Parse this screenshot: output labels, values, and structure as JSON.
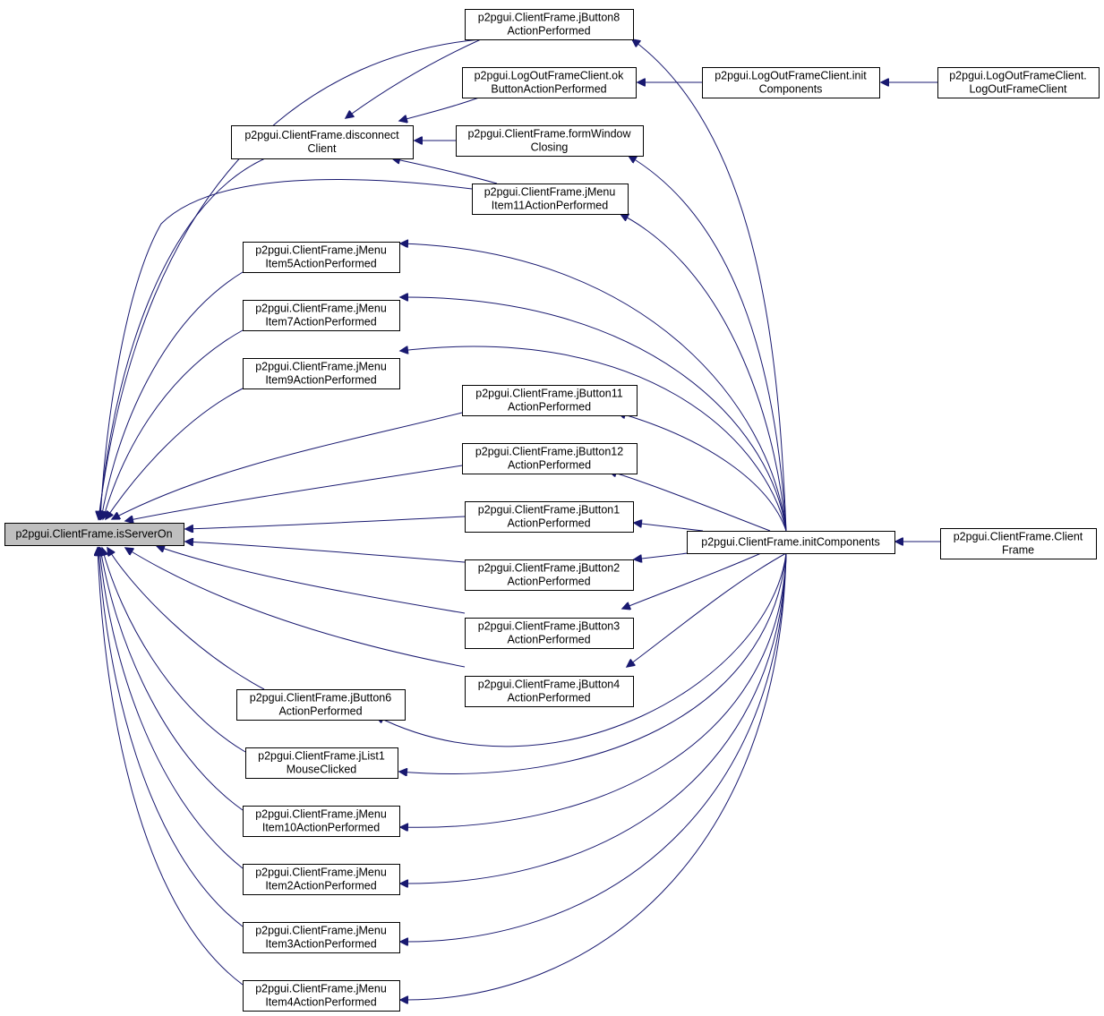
{
  "diagram": {
    "type": "call-graph",
    "edge_color": "#191970",
    "focus_fill": "#bfbfbf",
    "nodes": [
      {
        "id": "isServerOn",
        "lines": [
          "p2pgui.ClientFrame.isServerOn"
        ],
        "focus": true
      },
      {
        "id": "jButton8",
        "lines": [
          "p2pgui.ClientFrame.jButton8",
          "ActionPerformed"
        ]
      },
      {
        "id": "okButton",
        "lines": [
          "p2pgui.LogOutFrameClient.ok",
          "ButtonActionPerformed"
        ]
      },
      {
        "id": "lofInit",
        "lines": [
          "p2pgui.LogOutFrameClient.init",
          "Components"
        ]
      },
      {
        "id": "lofCtor",
        "lines": [
          "p2pgui.LogOutFrameClient.",
          "LogOutFrameClient"
        ]
      },
      {
        "id": "disconnect",
        "lines": [
          "p2pgui.ClientFrame.disconnect",
          "Client"
        ]
      },
      {
        "id": "formWindow",
        "lines": [
          "p2pgui.ClientFrame.formWindow",
          "Closing"
        ]
      },
      {
        "id": "jMenu11",
        "lines": [
          "p2pgui.ClientFrame.jMenu",
          "Item11ActionPerformed"
        ]
      },
      {
        "id": "jMenu5",
        "lines": [
          "p2pgui.ClientFrame.jMenu",
          "Item5ActionPerformed"
        ]
      },
      {
        "id": "jMenu7",
        "lines": [
          "p2pgui.ClientFrame.jMenu",
          "Item7ActionPerformed"
        ]
      },
      {
        "id": "jMenu9",
        "lines": [
          "p2pgui.ClientFrame.jMenu",
          "Item9ActionPerformed"
        ]
      },
      {
        "id": "jButton11",
        "lines": [
          "p2pgui.ClientFrame.jButton11",
          "ActionPerformed"
        ]
      },
      {
        "id": "jButton12",
        "lines": [
          "p2pgui.ClientFrame.jButton12",
          "ActionPerformed"
        ]
      },
      {
        "id": "jButton1",
        "lines": [
          "p2pgui.ClientFrame.jButton1",
          "ActionPerformed"
        ]
      },
      {
        "id": "initComponents",
        "lines": [
          "p2pgui.ClientFrame.initComponents"
        ]
      },
      {
        "id": "clientFrameCtor",
        "lines": [
          "p2pgui.ClientFrame.Client",
          "Frame"
        ]
      },
      {
        "id": "jButton2",
        "lines": [
          "p2pgui.ClientFrame.jButton2",
          "ActionPerformed"
        ]
      },
      {
        "id": "jButton3",
        "lines": [
          "p2pgui.ClientFrame.jButton3",
          "ActionPerformed"
        ]
      },
      {
        "id": "jButton4",
        "lines": [
          "p2pgui.ClientFrame.jButton4",
          "ActionPerformed"
        ]
      },
      {
        "id": "jButton6",
        "lines": [
          "p2pgui.ClientFrame.jButton6",
          "ActionPerformed"
        ]
      },
      {
        "id": "jList1",
        "lines": [
          "p2pgui.ClientFrame.jList1",
          "MouseClicked"
        ]
      },
      {
        "id": "jMenu10",
        "lines": [
          "p2pgui.ClientFrame.jMenu",
          "Item10ActionPerformed"
        ]
      },
      {
        "id": "jMenu2",
        "lines": [
          "p2pgui.ClientFrame.jMenu",
          "Item2ActionPerformed"
        ]
      },
      {
        "id": "jMenu3",
        "lines": [
          "p2pgui.ClientFrame.jMenu",
          "Item3ActionPerformed"
        ]
      },
      {
        "id": "jMenu4",
        "lines": [
          "p2pgui.ClientFrame.jMenu",
          "Item4ActionPerformed"
        ]
      }
    ],
    "edges": [
      {
        "from": "jButton8",
        "to": "isServerOn"
      },
      {
        "from": "disconnect",
        "to": "isServerOn"
      },
      {
        "from": "jMenu11",
        "to": "isServerOn"
      },
      {
        "from": "jMenu5",
        "to": "isServerOn"
      },
      {
        "from": "jMenu7",
        "to": "isServerOn"
      },
      {
        "from": "jMenu9",
        "to": "isServerOn"
      },
      {
        "from": "jButton11",
        "to": "isServerOn"
      },
      {
        "from": "jButton12",
        "to": "isServerOn"
      },
      {
        "from": "jButton1",
        "to": "isServerOn"
      },
      {
        "from": "jButton2",
        "to": "isServerOn"
      },
      {
        "from": "jButton3",
        "to": "isServerOn"
      },
      {
        "from": "jButton4",
        "to": "isServerOn"
      },
      {
        "from": "jButton6",
        "to": "isServerOn"
      },
      {
        "from": "jList1",
        "to": "isServerOn"
      },
      {
        "from": "jMenu10",
        "to": "isServerOn"
      },
      {
        "from": "jMenu2",
        "to": "isServerOn"
      },
      {
        "from": "jMenu3",
        "to": "isServerOn"
      },
      {
        "from": "jMenu4",
        "to": "isServerOn"
      },
      {
        "from": "jButton8",
        "to": "disconnect"
      },
      {
        "from": "okButton",
        "to": "disconnect"
      },
      {
        "from": "formWindow",
        "to": "disconnect"
      },
      {
        "from": "jMenu11",
        "to": "disconnect"
      },
      {
        "from": "lofInit",
        "to": "okButton"
      },
      {
        "from": "lofCtor",
        "to": "lofInit"
      },
      {
        "from": "initComponents",
        "to": "jButton8"
      },
      {
        "from": "initComponents",
        "to": "formWindow"
      },
      {
        "from": "initComponents",
        "to": "jMenu11"
      },
      {
        "from": "initComponents",
        "to": "jMenu5"
      },
      {
        "from": "initComponents",
        "to": "jMenu7"
      },
      {
        "from": "initComponents",
        "to": "jMenu9"
      },
      {
        "from": "initComponents",
        "to": "jButton11"
      },
      {
        "from": "initComponents",
        "to": "jButton12"
      },
      {
        "from": "initComponents",
        "to": "jButton1"
      },
      {
        "from": "initComponents",
        "to": "jButton2"
      },
      {
        "from": "initComponents",
        "to": "jButton3"
      },
      {
        "from": "initComponents",
        "to": "jButton4"
      },
      {
        "from": "initComponents",
        "to": "jButton6"
      },
      {
        "from": "initComponents",
        "to": "jList1"
      },
      {
        "from": "initComponents",
        "to": "jMenu10"
      },
      {
        "from": "initComponents",
        "to": "jMenu2"
      },
      {
        "from": "initComponents",
        "to": "jMenu3"
      },
      {
        "from": "initComponents",
        "to": "jMenu4"
      },
      {
        "from": "clientFrameCtor",
        "to": "initComponents"
      }
    ]
  }
}
